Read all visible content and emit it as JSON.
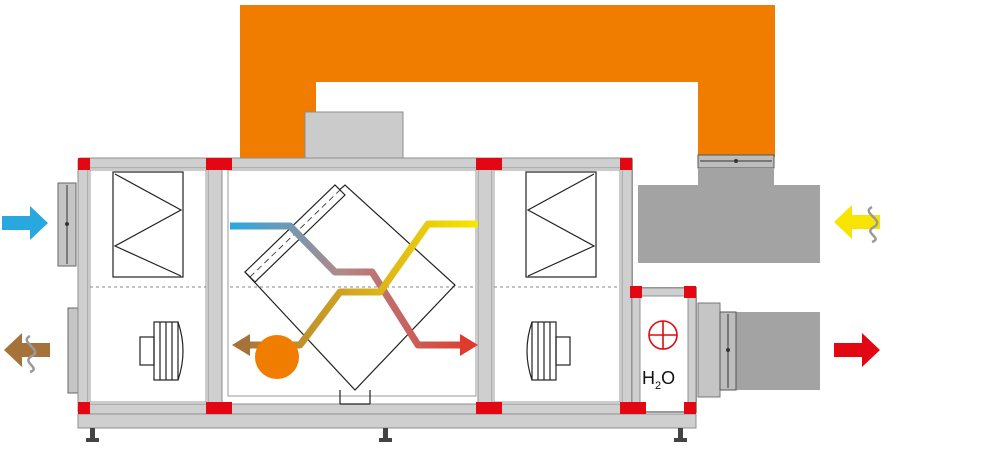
{
  "diagram": {
    "heater_label_main": "H",
    "heater_label_sub": "2",
    "heater_label_end": "O"
  },
  "colors": {
    "bypass_duct": "#f07d00",
    "frame": "#a9a9a9",
    "frame_light": "#cfcfcf",
    "corner": "#e30613",
    "duct": "#a3a3a3",
    "damper": "#bdbdbd",
    "outdoor_air": "#29a8e0",
    "exhaust_air": "#a5733a",
    "extract_air": "#f7e400",
    "supply_air": "#e30613",
    "heat_source": "#f07d00"
  },
  "icons": {
    "outdoor": "arrow-right-icon",
    "exhaust": "arrow-left-wave-icon",
    "extract": "arrow-left-wave-icon",
    "supply": "arrow-right-icon",
    "heater": "plus-circle-icon"
  }
}
